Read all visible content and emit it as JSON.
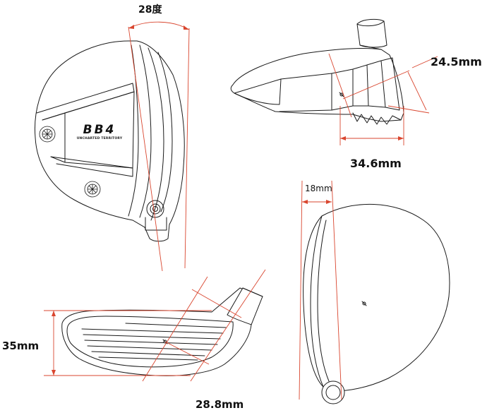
{
  "labels": {
    "loft_angle": "28度",
    "face_height": "24.5mm",
    "face_length": "34.6mm",
    "face_progression": "18mm",
    "head_depth": "35mm",
    "face_width": "28.8mm"
  },
  "logo": {
    "model": "BB4",
    "tagline": "UNCHARTED TERRITORY"
  },
  "colors": {
    "outline": "#1a1a1a",
    "dimension_line": "#d9462f",
    "background": "#ffffff"
  }
}
